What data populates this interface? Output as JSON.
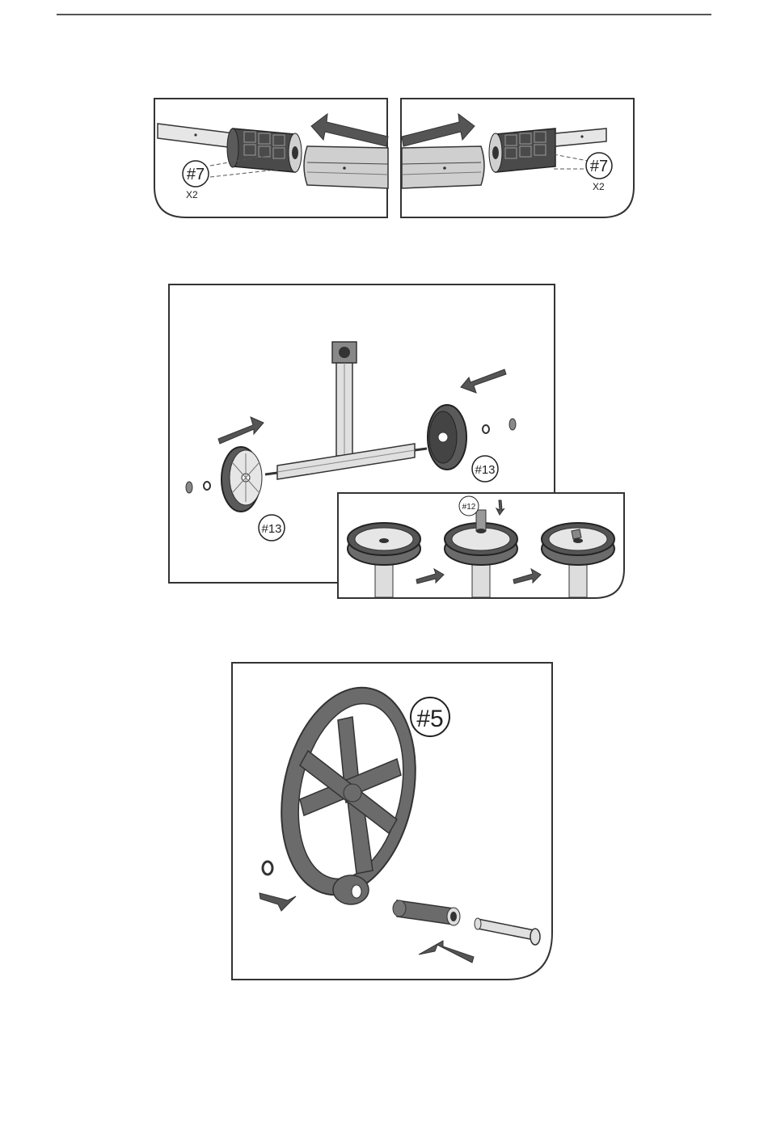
{
  "step1": {
    "left_part": "#7",
    "left_qty": "X2",
    "right_part": "#7",
    "right_qty": "X2"
  },
  "step2": {
    "wheel_left_part": "#13",
    "wheel_right_part": "#13",
    "inset_part": "#12"
  },
  "step3": {
    "wheel_part": "#5"
  },
  "colors": {
    "line": "#333333",
    "part_fill": "#6b6b6b",
    "light_fill": "#d8d8d8"
  }
}
